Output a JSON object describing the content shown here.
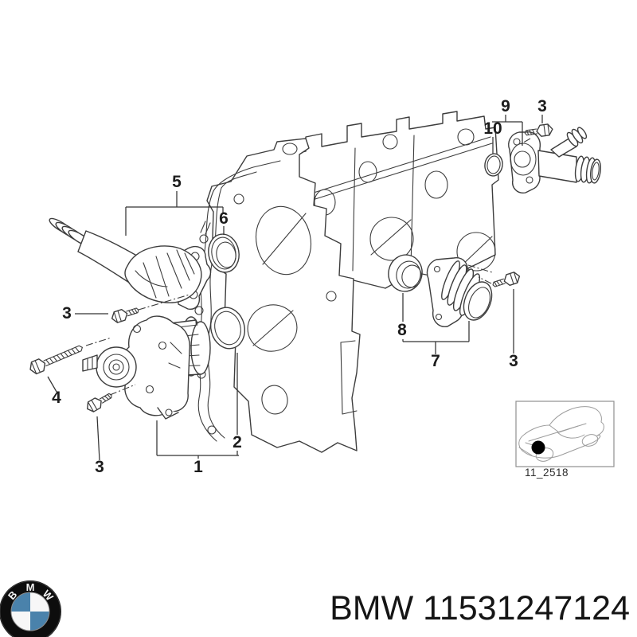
{
  "diagram": {
    "name": "water-pump-thermostat-housing-exploded-view",
    "line_color": "#3d3d3d",
    "label_color": "#1c1c1c",
    "callouts": [
      {
        "n": "5"
      },
      {
        "n": "6"
      },
      {
        "n": "3"
      },
      {
        "n": "4"
      },
      {
        "n": "3"
      },
      {
        "n": "1"
      },
      {
        "n": "2"
      },
      {
        "n": "8"
      },
      {
        "n": "7"
      },
      {
        "n": "3"
      },
      {
        "n": "9"
      },
      {
        "n": "10"
      },
      {
        "n": "3"
      }
    ]
  },
  "thumbnail": {
    "caption": "11_2518",
    "marker_color": "#000000"
  },
  "footer": {
    "brand": "BMW",
    "part_number": "11531247124",
    "label": "BMW 11531247124",
    "logo": {
      "name": "bmw-roundel",
      "letters": [
        "B",
        "M",
        "W"
      ],
      "blue": "#4a82ab",
      "white": "#f7f7f7",
      "black": "#0d0d0d"
    }
  }
}
